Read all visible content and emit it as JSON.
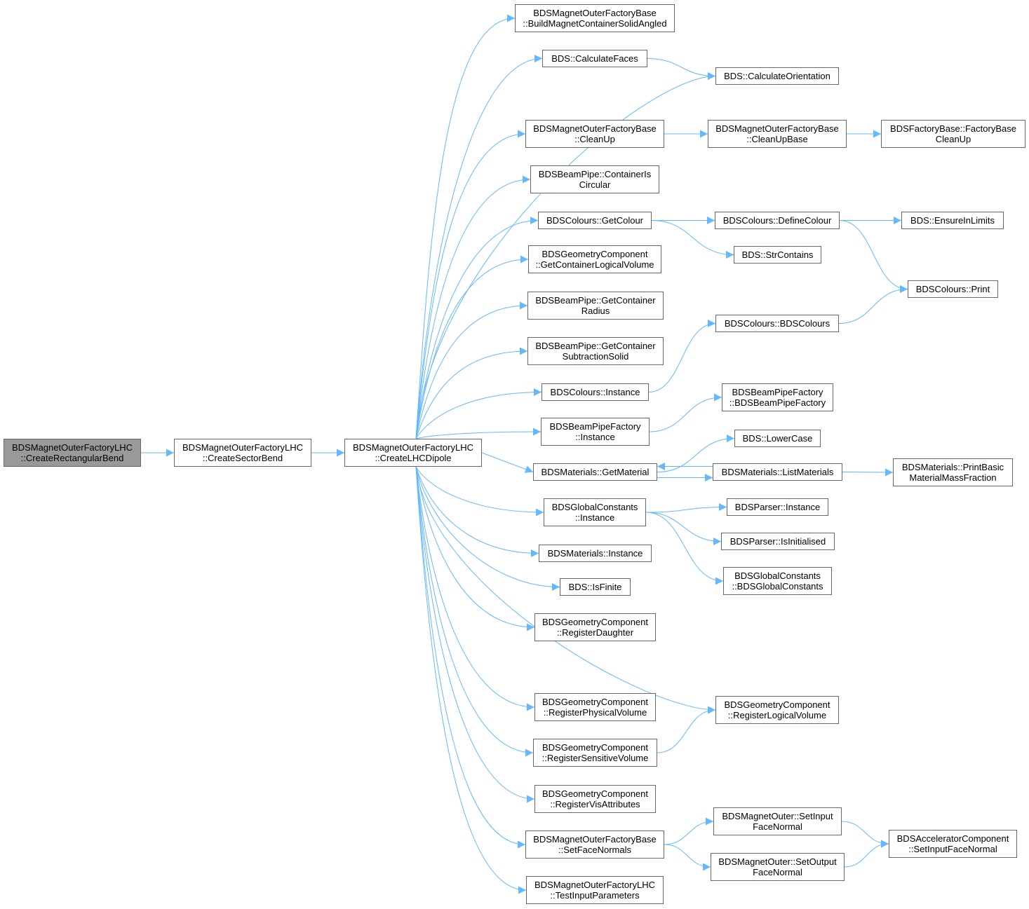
{
  "colors": {
    "edge": "#63b8ff",
    "node_border": "#666666",
    "node_fill": "#ffffff",
    "root_fill": "#999999",
    "text": "#000000"
  },
  "nodes": [
    {
      "id": "n0",
      "lines": [
        "BDSMagnetOuterFactoryLHC",
        "::CreateRectangularBend"
      ],
      "root": true
    },
    {
      "id": "n1",
      "lines": [
        "BDSMagnetOuterFactoryLHC",
        "::CreateSectorBend"
      ]
    },
    {
      "id": "n2",
      "lines": [
        "BDSMagnetOuterFactoryLHC",
        "::CreateLHCDipole"
      ]
    },
    {
      "id": "n3",
      "lines": [
        "BDSMagnetOuterFactoryBase",
        "::BuildMagnetContainerSolidAngled"
      ]
    },
    {
      "id": "n4",
      "lines": [
        "BDS::CalculateFaces"
      ]
    },
    {
      "id": "n5",
      "lines": [
        "BDS::CalculateOrientation"
      ]
    },
    {
      "id": "n6",
      "lines": [
        "BDSMagnetOuterFactoryBase",
        "::CleanUp"
      ]
    },
    {
      "id": "n7",
      "lines": [
        "BDSMagnetOuterFactoryBase",
        "::CleanUpBase"
      ]
    },
    {
      "id": "n8",
      "lines": [
        "BDSFactoryBase::FactoryBase",
        "CleanUp"
      ]
    },
    {
      "id": "n9",
      "lines": [
        "BDSBeamPipe::ContainerIs",
        "Circular"
      ]
    },
    {
      "id": "n10",
      "lines": [
        "BDSColours::GetColour"
      ]
    },
    {
      "id": "n11",
      "lines": [
        "BDSColours::DefineColour"
      ]
    },
    {
      "id": "n12",
      "lines": [
        "BDS::EnsureInLimits"
      ]
    },
    {
      "id": "n13",
      "lines": [
        "BDSColours::Print"
      ]
    },
    {
      "id": "n14",
      "lines": [
        "BDS::StrContains"
      ]
    },
    {
      "id": "n15",
      "lines": [
        "BDSGeometryComponent",
        "::GetContainerLogicalVolume"
      ]
    },
    {
      "id": "n16",
      "lines": [
        "BDSBeamPipe::GetContainer",
        "Radius"
      ]
    },
    {
      "id": "n17",
      "lines": [
        "BDSBeamPipe::GetContainer",
        "SubtractionSolid"
      ]
    },
    {
      "id": "n18",
      "lines": [
        "BDSColours::Instance"
      ]
    },
    {
      "id": "n19",
      "lines": [
        "BDSColours::BDSColours"
      ]
    },
    {
      "id": "n20",
      "lines": [
        "BDSBeamPipeFactory",
        "::Instance"
      ]
    },
    {
      "id": "n21",
      "lines": [
        "BDSBeamPipeFactory",
        "::BDSBeamPipeFactory"
      ]
    },
    {
      "id": "n22",
      "lines": [
        "BDSMaterials::GetMaterial"
      ]
    },
    {
      "id": "n23",
      "lines": [
        "BDS::LowerCase"
      ]
    },
    {
      "id": "n24",
      "lines": [
        "BDSMaterials::ListMaterials"
      ]
    },
    {
      "id": "n25",
      "lines": [
        "BDSMaterials::PrintBasic",
        "MaterialMassFraction"
      ]
    },
    {
      "id": "n26",
      "lines": [
        "BDSGlobalConstants",
        "::Instance"
      ]
    },
    {
      "id": "n27",
      "lines": [
        "BDSParser::Instance"
      ]
    },
    {
      "id": "n28",
      "lines": [
        "BDSParser::IsInitialised"
      ]
    },
    {
      "id": "n29",
      "lines": [
        "BDSGlobalConstants",
        "::BDSGlobalConstants"
      ]
    },
    {
      "id": "n30",
      "lines": [
        "BDSMaterials::Instance"
      ]
    },
    {
      "id": "n31",
      "lines": [
        "BDS::IsFinite"
      ]
    },
    {
      "id": "n32",
      "lines": [
        "BDSGeometryComponent",
        "::RegisterDaughter"
      ]
    },
    {
      "id": "n33",
      "lines": [
        "BDSGeometryComponent",
        "::RegisterLogicalVolume"
      ]
    },
    {
      "id": "n34",
      "lines": [
        "BDSGeometryComponent",
        "::RegisterPhysicalVolume"
      ]
    },
    {
      "id": "n35",
      "lines": [
        "BDSGeometryComponent",
        "::RegisterSensitiveVolume"
      ]
    },
    {
      "id": "n36",
      "lines": [
        "BDSGeometryComponent",
        "::RegisterVisAttributes"
      ]
    },
    {
      "id": "n37",
      "lines": [
        "BDSMagnetOuterFactoryBase",
        "::SetFaceNormals"
      ]
    },
    {
      "id": "n38",
      "lines": [
        "BDSMagnetOuter::SetInput",
        "FaceNormal"
      ]
    },
    {
      "id": "n39",
      "lines": [
        "BDSAcceleratorComponent",
        "::SetInputFaceNormal"
      ]
    },
    {
      "id": "n40",
      "lines": [
        "BDSMagnetOuter::SetOutput",
        "FaceNormal"
      ]
    },
    {
      "id": "n41",
      "lines": [
        "BDSMagnetOuterFactoryLHC",
        "::TestInputParameters"
      ]
    }
  ],
  "edges": [
    [
      "n0",
      "n1"
    ],
    [
      "n1",
      "n2"
    ],
    [
      "n2",
      "n3"
    ],
    [
      "n2",
      "n4"
    ],
    [
      "n2",
      "n5"
    ],
    [
      "n2",
      "n6"
    ],
    [
      "n2",
      "n9"
    ],
    [
      "n2",
      "n10"
    ],
    [
      "n2",
      "n15"
    ],
    [
      "n2",
      "n16"
    ],
    [
      "n2",
      "n17"
    ],
    [
      "n2",
      "n18"
    ],
    [
      "n2",
      "n20"
    ],
    [
      "n2",
      "n22"
    ],
    [
      "n2",
      "n26"
    ],
    [
      "n2",
      "n30"
    ],
    [
      "n2",
      "n31"
    ],
    [
      "n2",
      "n32"
    ],
    [
      "n2",
      "n33"
    ],
    [
      "n2",
      "n34"
    ],
    [
      "n2",
      "n35"
    ],
    [
      "n2",
      "n36"
    ],
    [
      "n2",
      "n37"
    ],
    [
      "n2",
      "n41"
    ],
    [
      "n4",
      "n5"
    ],
    [
      "n6",
      "n7"
    ],
    [
      "n7",
      "n8"
    ],
    [
      "n10",
      "n11"
    ],
    [
      "n10",
      "n14"
    ],
    [
      "n11",
      "n12"
    ],
    [
      "n11",
      "n13"
    ],
    [
      "n18",
      "n19"
    ],
    [
      "n19",
      "n13"
    ],
    [
      "n20",
      "n21"
    ],
    [
      "n22",
      "n23"
    ],
    [
      "n22",
      "n24"
    ],
    [
      "n24",
      "n22"
    ],
    [
      "n24",
      "n25"
    ],
    [
      "n26",
      "n27"
    ],
    [
      "n26",
      "n28"
    ],
    [
      "n26",
      "n29"
    ],
    [
      "n35",
      "n33"
    ],
    [
      "n37",
      "n38"
    ],
    [
      "n37",
      "n40"
    ],
    [
      "n38",
      "n39"
    ],
    [
      "n40",
      "n39"
    ]
  ]
}
